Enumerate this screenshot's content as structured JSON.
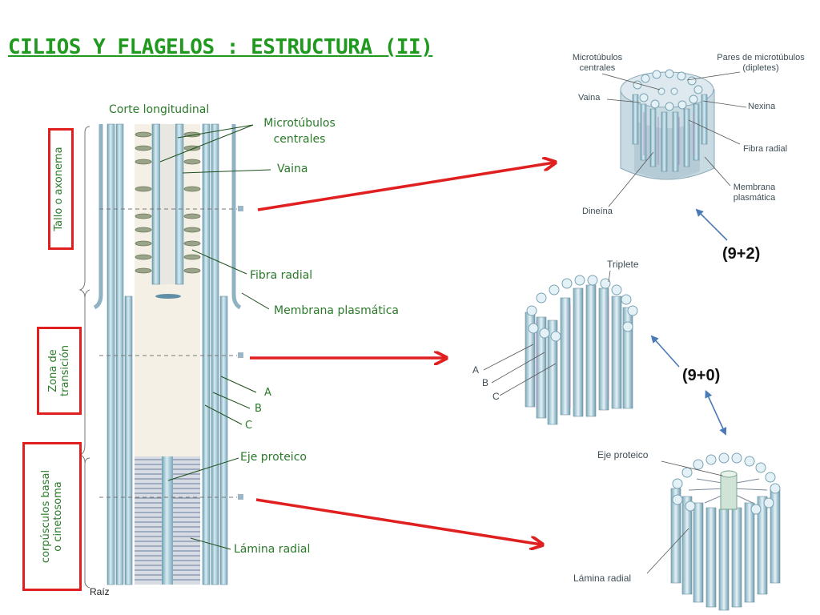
{
  "title": "CILIOS Y FLAGELOS : ESTRUCTURA (II)",
  "left_diagram": {
    "heading": "Corte longitudinal",
    "labels": {
      "microtubulos_centrales_1": "Microtúbulos",
      "microtubulos_centrales_2": "centrales",
      "vaina": "Vaina",
      "fibra_radial": "Fibra radial",
      "membrana_plasmatica": "Membrana plasmática",
      "a": "A",
      "b": "B",
      "c": "C",
      "eje_proteico": "Eje proteico",
      "lamina_radial": "Lámina radial"
    },
    "zones": {
      "tallo": "Tallo o axonema",
      "transicion_1": "Zona de",
      "transicion_2": "transición",
      "basal_1": "corpúsculos basal",
      "basal_2": "o cinetosoma"
    },
    "footer": "Raíz"
  },
  "top_figure": {
    "label_microtubulos_1": "Microtúbulos",
    "label_microtubulos_2": "centrales",
    "label_pares_1": "Pares de microtúbulos",
    "label_pares_2": "(dipletes)",
    "label_vaina": "Vaina",
    "label_nexina": "Nexina",
    "label_fibra": "Fibra radial",
    "label_membrana_1": "Membrana",
    "label_membrana_2": "plasmática",
    "label_dineina": "Dineína",
    "formula": "(9+2)"
  },
  "middle_figure": {
    "label_triplete": "Triplete",
    "a": "A",
    "b": "B",
    "c": "C",
    "formula": "(9+0)"
  },
  "bottom_figure": {
    "label_eje": "Eje proteico",
    "label_lamina": "Lámina radial"
  },
  "colors": {
    "title_green": "#1f9a1f",
    "label_green": "#2a7a2a",
    "arrow_red": "#e02020",
    "tube_blue": "#8fbccd",
    "arrow_blue": "#4a7ab8"
  }
}
